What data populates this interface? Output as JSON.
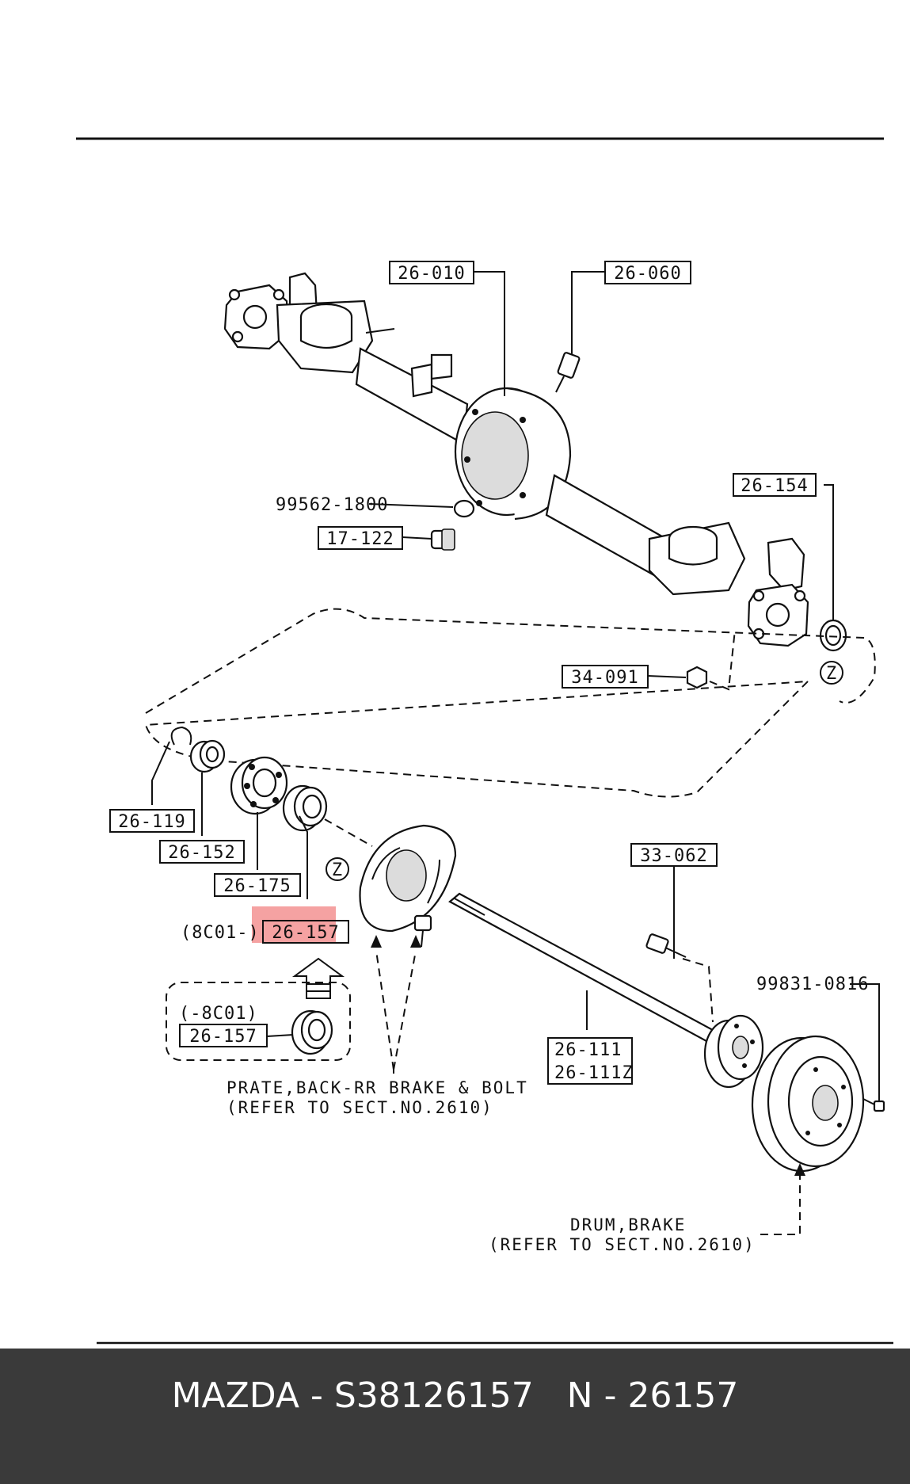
{
  "diagram": {
    "part_labels": {
      "p26010": "26-010",
      "p26060": "26-060",
      "p26154": "26-154",
      "p17122": "17-122",
      "p34091": "34-091",
      "p26119": "26-119",
      "p26152": "26-152",
      "p26175": "26-175",
      "p26157a": "26-157",
      "p26157b": "26-157",
      "p33062": "33-062",
      "p26111": "26-111",
      "p26111z": "26-111Z"
    },
    "plain_labels": {
      "p995621800": "99562-1800",
      "p998310816": "99831-0816",
      "from8c01": "(8C01-)",
      "to8c01": "(-8C01)"
    },
    "zone_markers": [
      "Z",
      "Z"
    ],
    "notes": {
      "backplate_line1": "PRATE,BACK-RR BRAKE & BOLT",
      "backplate_line2": "(REFER TO SECT.NO.2610)",
      "drum_line1": "DRUM,BRAKE",
      "drum_line2": "(REFER TO SECT.NO.2610)"
    },
    "highlight_color": "#f07070"
  },
  "footer": {
    "text": "MAZDA - S38126157   N - 26157"
  }
}
